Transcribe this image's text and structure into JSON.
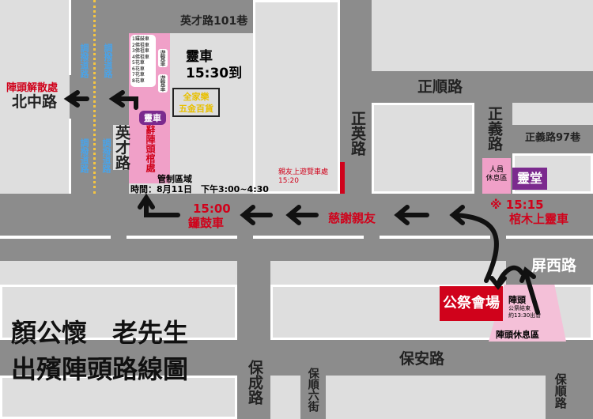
{
  "title": {
    "line1": "顏公懷　老先生",
    "line2": "出殯陣頭路線圖"
  },
  "roads": {
    "yingcai_101": "英才路101巷",
    "beizhong": "北中路",
    "yingcai": "英才路",
    "zhengshun": "正順路",
    "zhengying": "正英路",
    "zhengyi": "正義路",
    "zhengyi_97": "正義路97巷",
    "pingxi": "屏西路",
    "baoan": "保安路",
    "baocheng": "保成路",
    "baoshun6": "保順六街",
    "baoshun": "保順路",
    "lane": "調撥道路"
  },
  "labels": {
    "disband": "陣頭解散處",
    "hearse": "靈車",
    "hearse_arrive": "靈車\n15:30到",
    "hearse_time": "15:30到",
    "store": [
      "全家樂",
      "五金百貨"
    ],
    "vehicles": [
      "1鑼鼓車",
      "2佛祖車",
      "3佛祖車",
      "4佛祖車",
      "5花車",
      "6花車",
      "7花車",
      "8花車"
    ],
    "bus1": "遊覽車",
    "bus2": "遊覽車",
    "coffin_farewell": "辭陣頭棺處",
    "control": "管制區域",
    "control_time": "時間：8月11日　下午3:00~4:30",
    "drum": "15:00\n鑼鼓車",
    "drum_time": "15:00",
    "drum_car": "鑼鼓車",
    "thanks": "慈謝親友",
    "tour": "親友上遊覽車處",
    "tour_time": "15:20",
    "staff": "人員\n休息區",
    "staff1": "人員",
    "staff2": "休息區",
    "hall": "靈堂",
    "coffin_time": "※ 15:15",
    "coffin_load": "棺木上靈車",
    "venue": "公祭會場",
    "troupe": "陣頭",
    "troupe_note1": "公祭結束",
    "troupe_note2": "約13:30出發",
    "troupe_rest": "陣頭休息區"
  },
  "colors": {
    "road": "#8c8c8c",
    "block": "#dedede",
    "pink": "#f0a0c8",
    "red": "#d0021b",
    "purple": "#7b2a8e",
    "lane": "#4aa3e8"
  }
}
